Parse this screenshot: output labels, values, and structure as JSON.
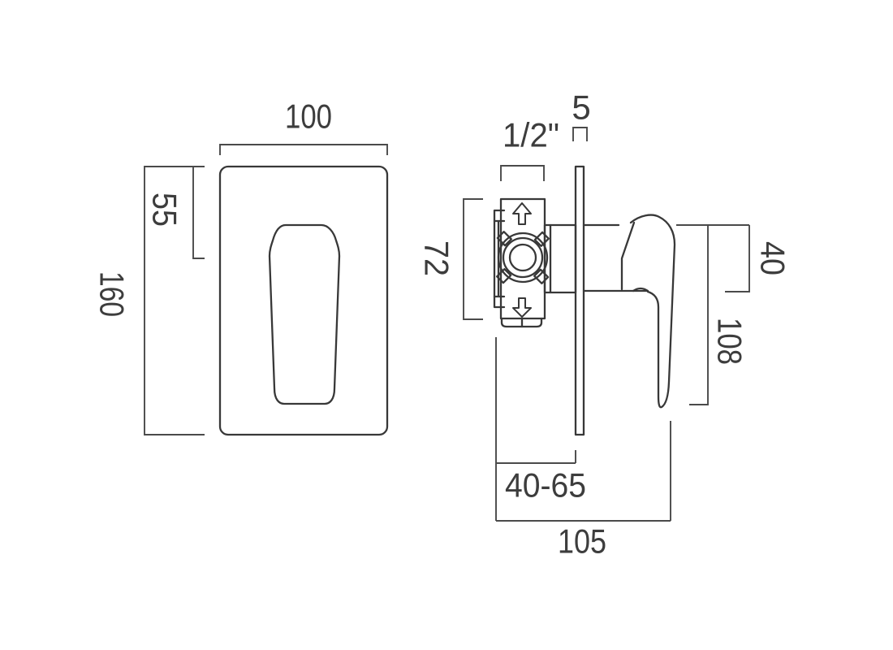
{
  "drawing": {
    "kind": "technical-dimension-diagram",
    "subject": "concealed manual shower valve - front elevation and side elevation with dimensions (mm)",
    "background_color": "#ffffff",
    "line_color": "#383838",
    "text_color": "#3d3d3d",
    "front_view": {
      "plate_width_label": "100",
      "handle_offset_label": "55",
      "plate_height_label": "160"
    },
    "side_view": {
      "connection_size_label": "1/2\"",
      "plate_thickness_label": "5",
      "valve_body_height_label": "72",
      "handle_body_height_label": "40",
      "handle_length_label": "108",
      "recess_depth_range_label": "40-65",
      "total_projection_label": "105"
    }
  }
}
